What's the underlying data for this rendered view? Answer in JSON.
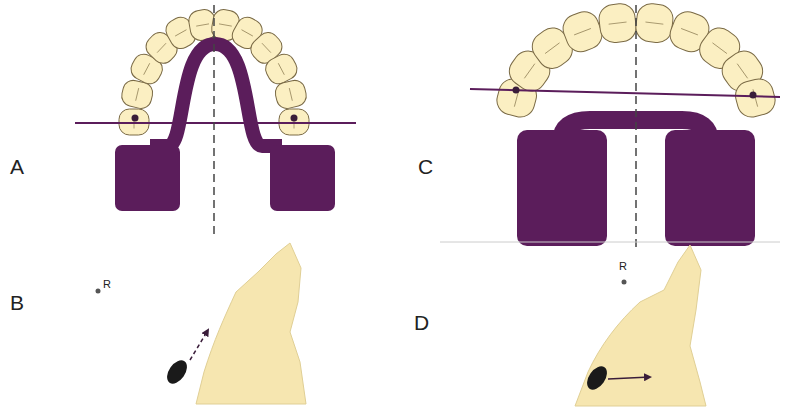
{
  "diagram": {
    "labels": [
      "A",
      "B",
      "C",
      "D",
      "R",
      "R"
    ]
  }
}
